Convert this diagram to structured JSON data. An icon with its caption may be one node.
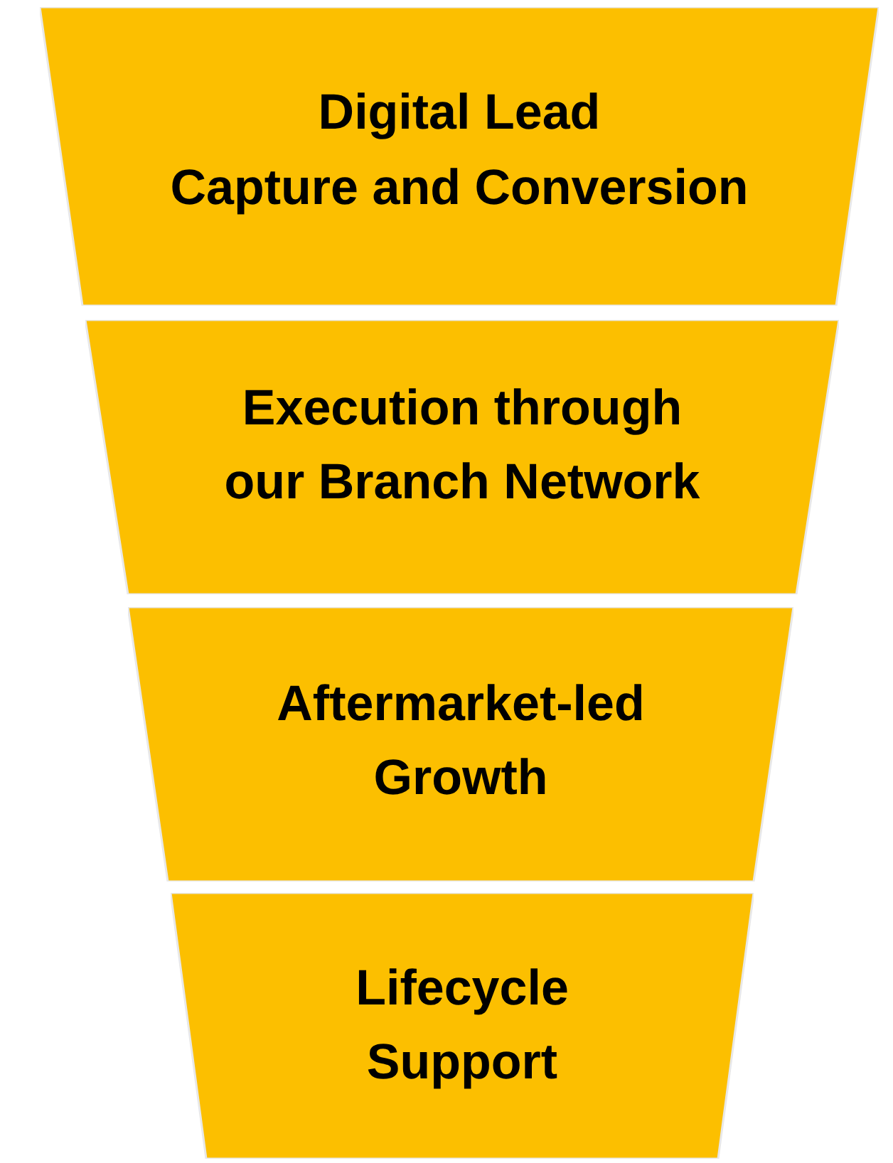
{
  "diagram": {
    "nodes": [
      {
        "text": [
          "Digital Lead Capture and Conversion"
        ]
      },
      {
        "text": [
          "Execution through our Branch Network"
        ]
      },
      {
        "text": [
          "Aftermarket-led Growth"
        ]
      },
      {
        "text": [
          "Lifecycle Support"
        ]
      }
    ],
    "edges": []
  }
}
